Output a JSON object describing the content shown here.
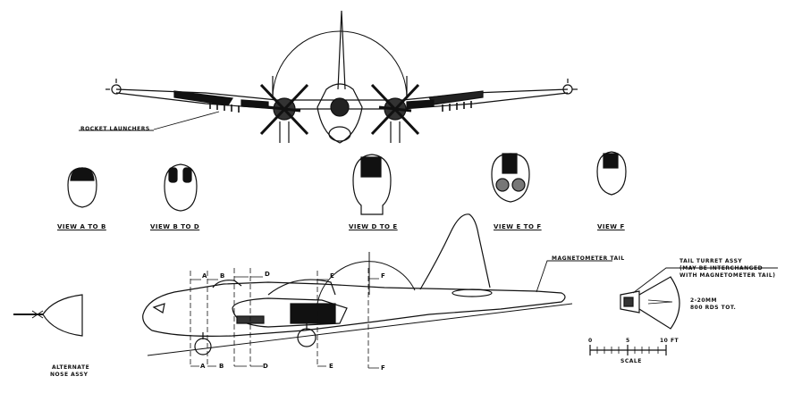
{
  "labels": {
    "rocket_launchers": "ROCKET LAUNCHERS",
    "view_a_to_b": "VIEW A TO B",
    "view_b_to_d": "VIEW B TO D",
    "view_d_to_e": "VIEW D TO E",
    "view_e_to_f": "VIEW E TO F",
    "view_f": "VIEW F",
    "magnetometer_tail": "MAGNETOMETER TAIL",
    "tail_turret_1": "TAIL TURRET ASSY",
    "tail_turret_2": "(MAY BE INTERCHANGED",
    "tail_turret_3": "WITH MAGNETOMETER TAIL)",
    "guns_1": "2-20MM",
    "guns_2": "800 RDS TOT.",
    "alt_nose_1": "ALTERNATE",
    "alt_nose_2": "NOSE ASSY",
    "scale": "SCALE",
    "scale_0": "0",
    "scale_5": "5",
    "scale_10": "10 FT"
  },
  "sections": {
    "a": "A",
    "b": "B",
    "d": "D",
    "e": "E",
    "f": "F"
  }
}
